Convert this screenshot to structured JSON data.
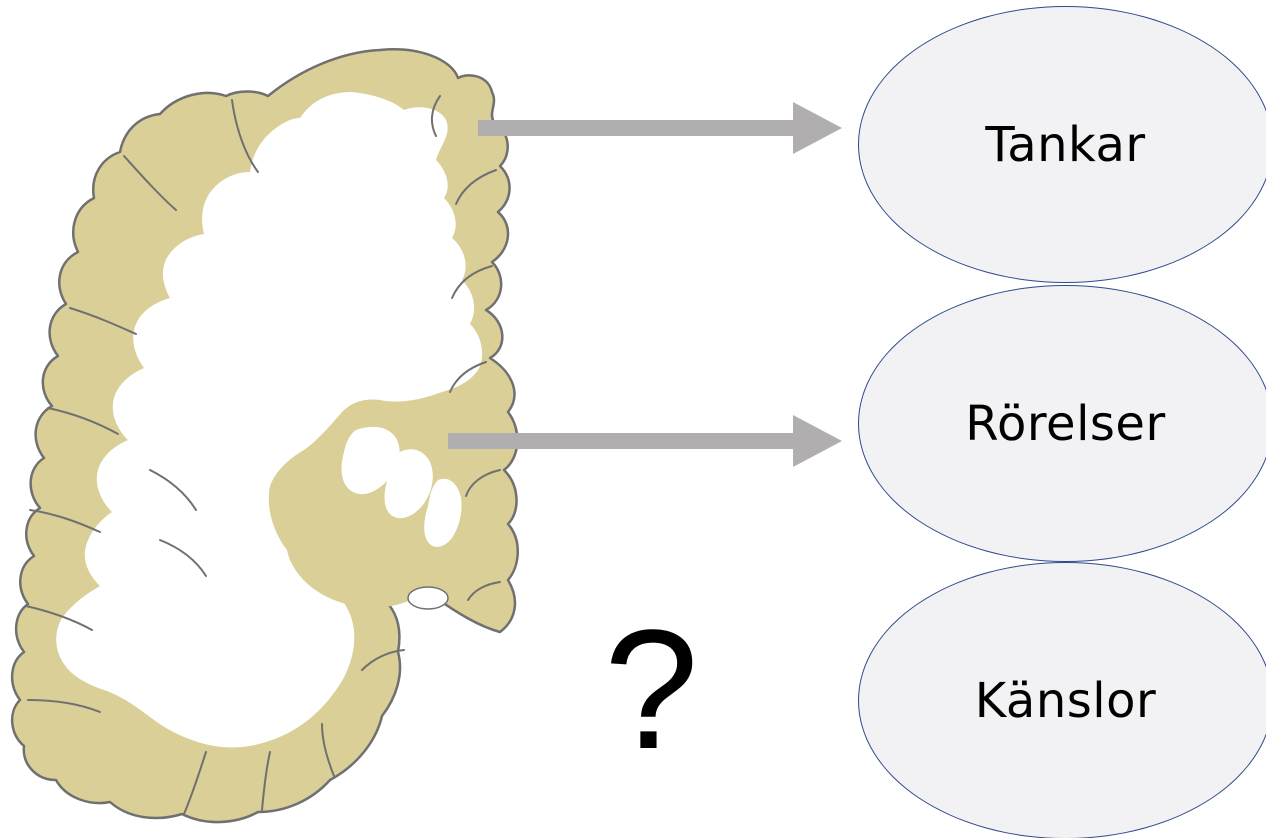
{
  "diagram": {
    "labels": [
      "Tankar",
      "Rörelser",
      "Känslor"
    ],
    "question_mark": "?",
    "colors": {
      "brain_tissue": "#d9cf97",
      "brain_outline": "#707070",
      "white_matter": "#ffffff",
      "arrow": "#b0aeae",
      "oval_border": "#2f4a8c",
      "oval_fill": "#f2f2f4"
    }
  }
}
